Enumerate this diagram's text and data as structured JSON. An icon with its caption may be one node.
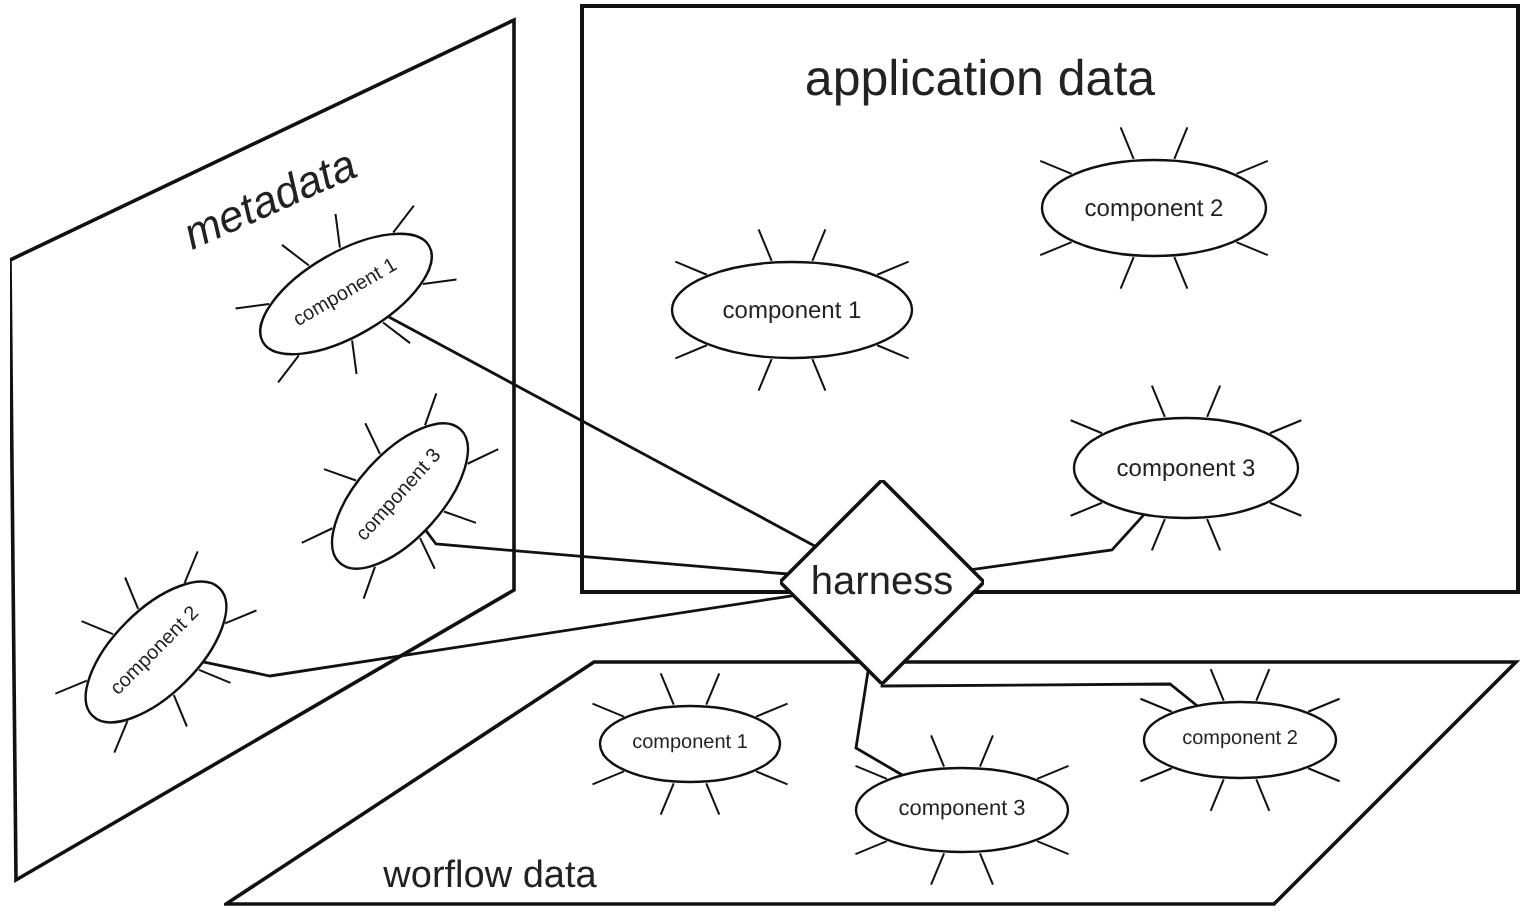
{
  "diagram": {
    "nodes": [
      {
        "text": [
          "metadata"
        ]
      },
      {
        "text": [
          "component 1"
        ],
        "in": 0
      },
      {
        "text": [
          "component 3"
        ],
        "in": 0
      },
      {
        "text": [
          "component 2"
        ],
        "in": 0
      },
      {
        "text": [
          "application data"
        ]
      },
      {
        "text": [
          "component 1"
        ],
        "in": 4
      },
      {
        "text": [
          "component 2"
        ],
        "in": 4
      },
      {
        "text": [
          "component 3"
        ],
        "in": 4
      },
      {
        "text": [
          "harness"
        ]
      },
      {
        "text": [
          "worflow data"
        ]
      },
      {
        "text": [
          "component 1"
        ],
        "in": 9
      },
      {
        "text": [
          "component 3"
        ],
        "in": 9
      },
      {
        "text": [
          "component 2"
        ],
        "in": 9
      }
    ],
    "edges": [
      {
        "from": 1,
        "to": 8,
        "arrow": "none"
      },
      {
        "from": 2,
        "to": 8,
        "arrow": "none"
      },
      {
        "from": 3,
        "to": 8,
        "arrow": "none"
      },
      {
        "from": 7,
        "to": 8,
        "arrow": "none"
      },
      {
        "from": 8,
        "to": 11,
        "arrow": "none"
      },
      {
        "from": 8,
        "to": 12,
        "arrow": "none"
      }
    ]
  }
}
